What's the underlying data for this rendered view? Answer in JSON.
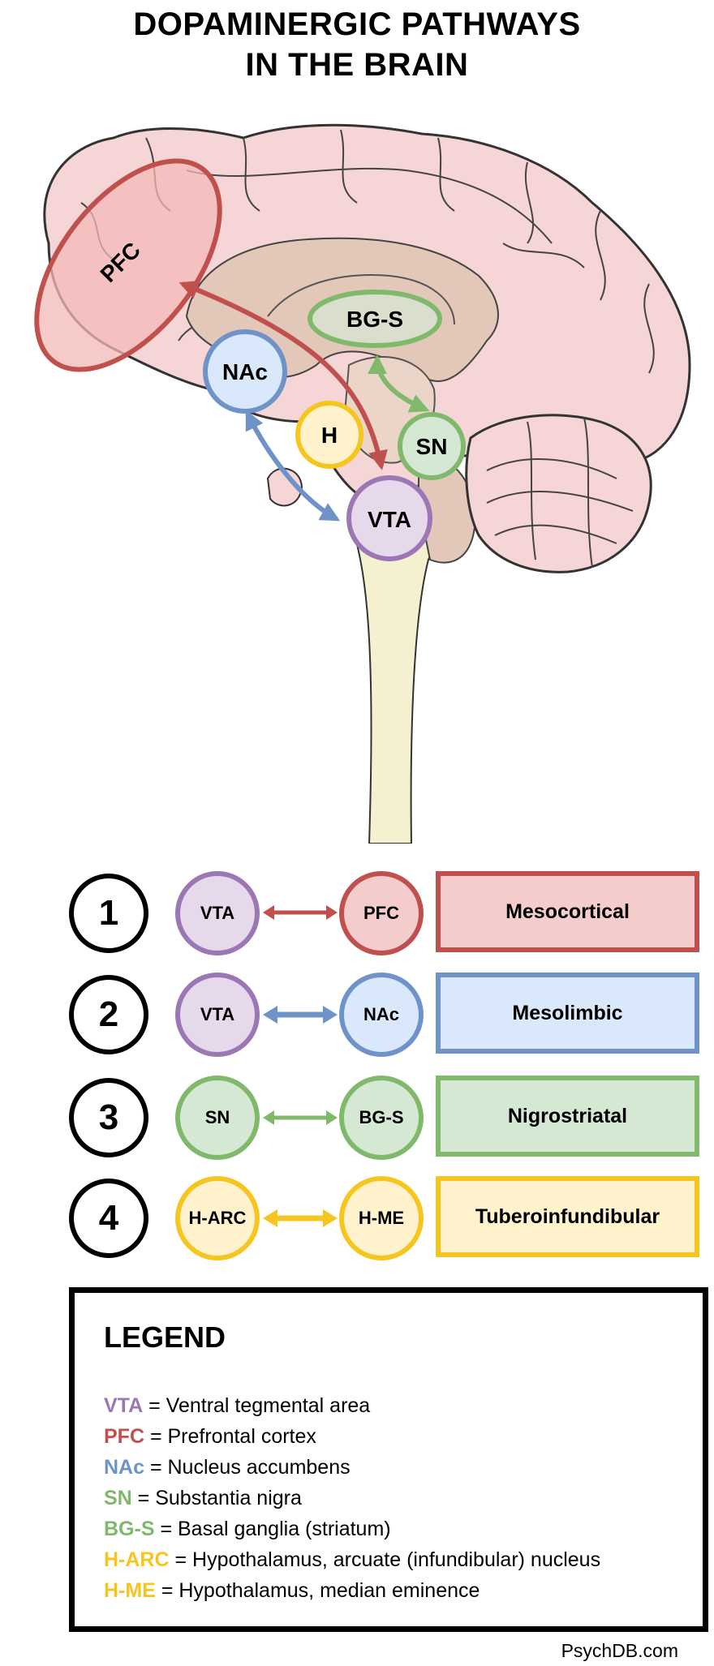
{
  "title": [
    "DOPAMINERGIC PATHWAYS",
    "IN THE BRAIN"
  ],
  "colors": {
    "purple": "#9b77b4",
    "purple_fill": "#e6d9ec",
    "red": "#c0504d",
    "red_fill": "#f4cccc",
    "blue": "#6f93c8",
    "blue_fill": "#dae8fc",
    "green": "#80b86c",
    "green_fill": "#d5e8d4",
    "yellow": "#f6c51f",
    "yellow_fill": "#fff2cc"
  },
  "diagram_labels": {
    "pfc": "PFC",
    "bgs": "BG-S",
    "nac": "NAc",
    "h": "H",
    "sn": "SN",
    "vta": "VTA"
  },
  "pathways": [
    {
      "number": "1",
      "from": "VTA",
      "to": "PFC",
      "name": "Mesocortical"
    },
    {
      "number": "2",
      "from": "VTA",
      "to": "NAc",
      "name": "Mesolimbic"
    },
    {
      "number": "3",
      "from": "SN",
      "to": "BG-S",
      "name": "Nigrostriatal"
    },
    {
      "number": "4",
      "from": "H-ARC",
      "to": "H-ME",
      "name": "Tuberoinfundibular"
    }
  ],
  "legend": {
    "title": "LEGEND",
    "items": [
      {
        "abbr": "VTA",
        "text": " = Ventral tegmental area"
      },
      {
        "abbr": "PFC",
        "text": " = Prefrontal cortex"
      },
      {
        "abbr": "NAc",
        "text": " = Nucleus accumbens"
      },
      {
        "abbr": "SN",
        "text": " = Substantia nigra"
      },
      {
        "abbr": "BG-S",
        "text": " = Basal ganglia (striatum)"
      },
      {
        "abbr": "H-ARC",
        "text": " = Hypothalamus, arcuate (infundibular) nucleus"
      },
      {
        "abbr": "H-ME",
        "text": " = Hypothalamus, median eminence"
      }
    ]
  },
  "credit": "PsychDB.com"
}
